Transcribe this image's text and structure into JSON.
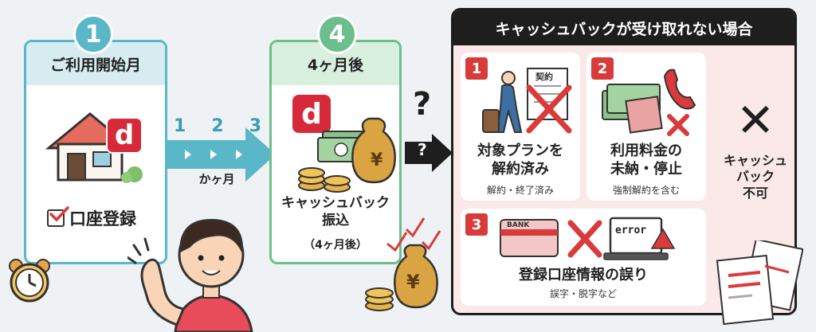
{
  "step1": {
    "number": "1",
    "title": "ご利用開始月",
    "d_logo": "d",
    "checkbox_label": "口座登録"
  },
  "arrow": {
    "months": [
      "1",
      "2",
      "3"
    ],
    "label": "かヶ月"
  },
  "step4": {
    "number": "4",
    "title": "4ヶ月後",
    "d_logo": "d",
    "yen": "¥",
    "main_text": "キャッシュバック\n振込",
    "sub_text": "（4ヶ月後）"
  },
  "question_marks": [
    "?",
    "?"
  ],
  "cases": {
    "header": "キャッシュバックが受け取れない場合",
    "items": [
      {
        "num": "1",
        "paper_label": "契約",
        "title": "対象プランを\n解約済み",
        "note": "解約・終了済み"
      },
      {
        "num": "2",
        "title": "利用料金の\n未納・停止",
        "note": "強制解約を含む"
      },
      {
        "num": "3",
        "card_label": "BANK",
        "error_label": "error",
        "title": "登録口座情報の誤り",
        "note": "誤字・脱字など"
      }
    ],
    "result_mark": "✕",
    "result_text": "キャッシュ\nバック\n不可"
  },
  "colors": {
    "teal": "#5ab7c7",
    "green": "#6cbf8c",
    "red": "#d93a3a",
    "dark": "#1e1e1e",
    "pink_bg": "#fbe9ea",
    "docomo": "#d6293a"
  }
}
